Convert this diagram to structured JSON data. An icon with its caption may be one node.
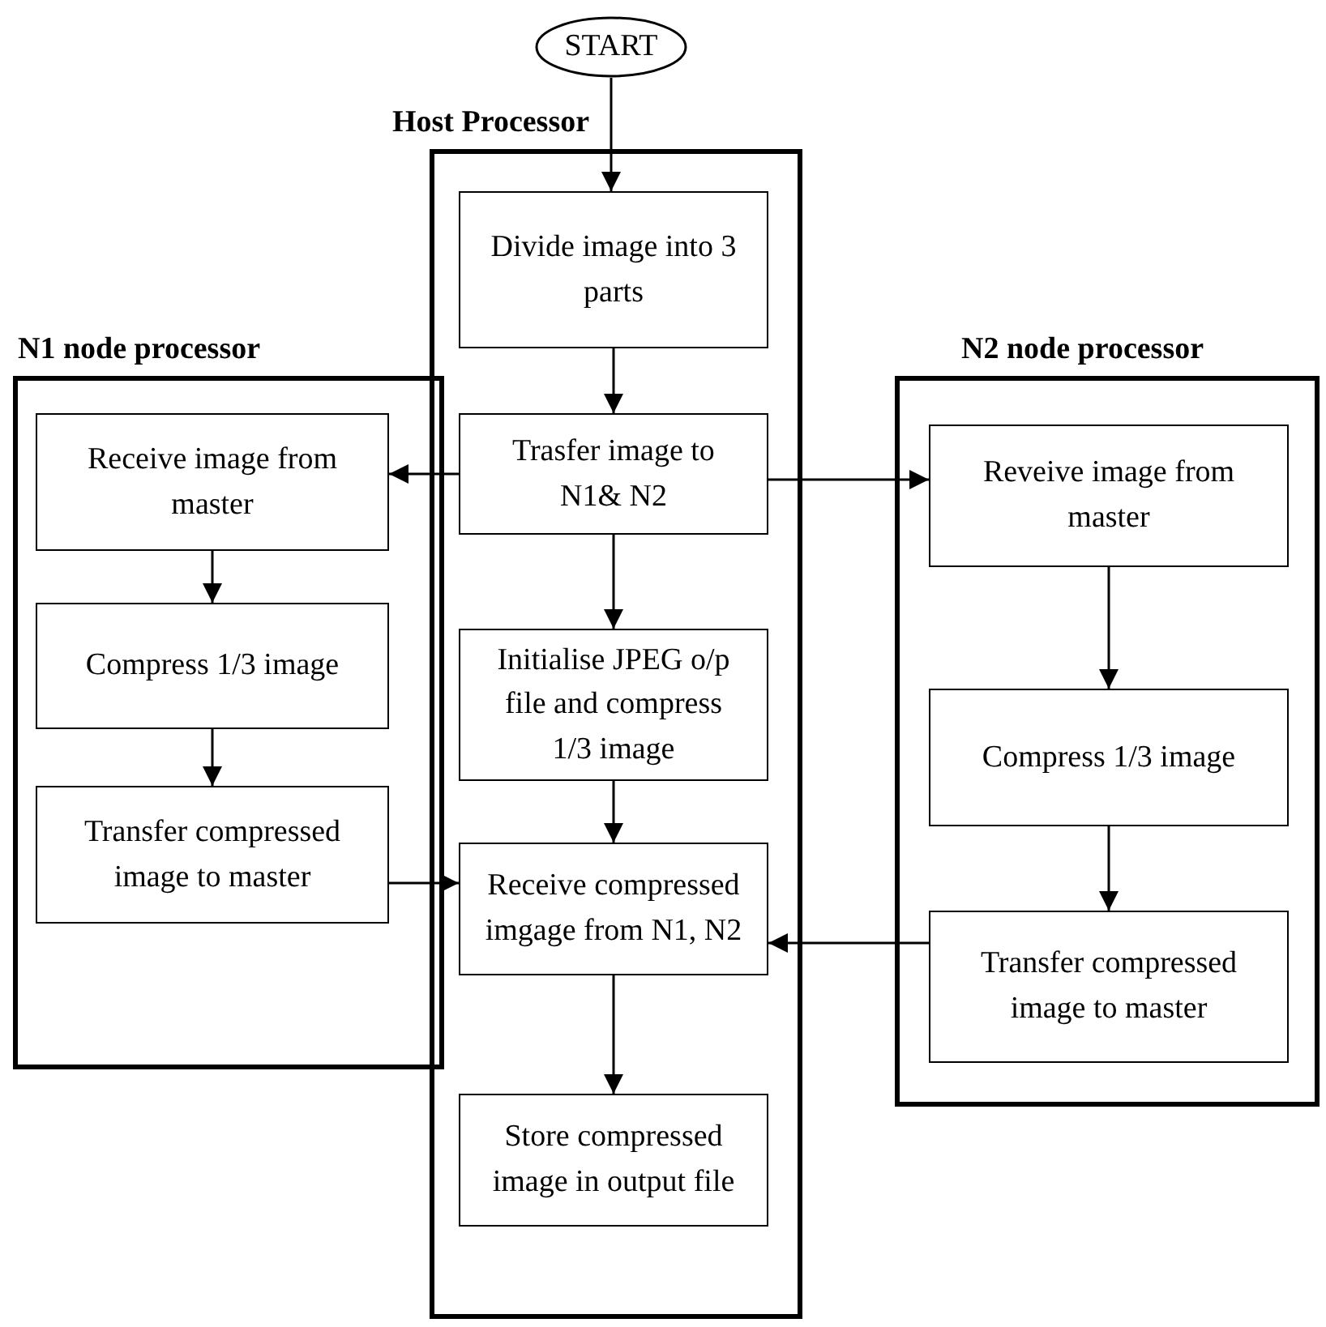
{
  "diagram": {
    "nodes": [
      {
        "text": [
          "START"
        ]
      },
      {
        "text": [
          "Host Processor"
        ]
      },
      {
        "text": [
          "Divide image into 3 parts"
        ],
        "in": 1
      },
      {
        "text": [
          "N1 node  processor"
        ]
      },
      {
        "text": [
          "N2 node processor"
        ]
      },
      {
        "text": [
          "Receive image from master"
        ],
        "in": 3
      },
      {
        "text": [
          "Trasfer image to N1& N2"
        ],
        "in": 1
      },
      {
        "text": [
          "Reveive image from master"
        ],
        "in": 4
      },
      {
        "text": [
          "Compress 1/3 image"
        ],
        "in": 3
      },
      {
        "text": [
          "Initialise JPEG o/p file and compress 1/3 image"
        ],
        "in": 1
      },
      {
        "text": [
          "Compress 1/3  image"
        ],
        "in": 4
      },
      {
        "text": [
          "Transfer compressed image to master"
        ],
        "in": 3
      },
      {
        "text": [
          "Receive compressed imgage from N1, N2"
        ],
        "in": 1
      },
      {
        "text": [
          "Transfer compressed image to master"
        ],
        "in": 4
      },
      {
        "text": [
          "Store compressed image in output file"
        ],
        "in": 1
      }
    ],
    "edges": [
      {
        "from": 0,
        "to": 2,
        "arrow": "to"
      },
      {
        "from": 2,
        "to": 6,
        "arrow": "to"
      },
      {
        "from": 6,
        "to": 5,
        "arrow": "to"
      },
      {
        "from": 6,
        "to": 7,
        "arrow": "to"
      },
      {
        "from": 6,
        "to": 9,
        "arrow": "to"
      },
      {
        "from": 5,
        "to": 8,
        "arrow": "to"
      },
      {
        "from": 8,
        "to": 11,
        "arrow": "to"
      },
      {
        "from": 7,
        "to": 10,
        "arrow": "to"
      },
      {
        "from": 10,
        "to": 13,
        "arrow": "to"
      },
      {
        "from": 11,
        "to": 12,
        "arrow": "to"
      },
      {
        "from": 13,
        "to": 12,
        "arrow": "to"
      },
      {
        "from": 9,
        "to": 12,
        "arrow": "to"
      },
      {
        "from": 12,
        "to": 14,
        "arrow": "to"
      }
    ]
  }
}
